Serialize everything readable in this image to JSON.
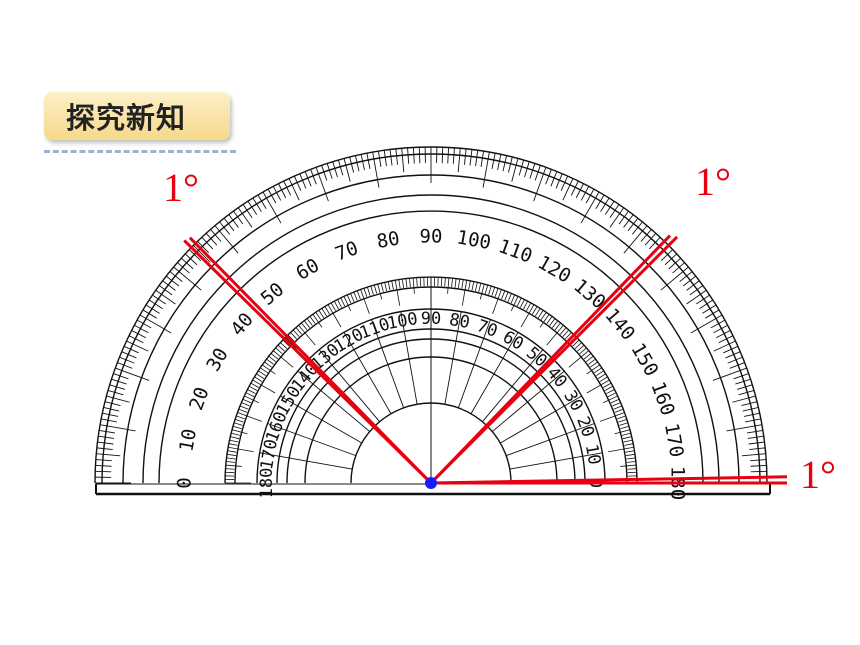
{
  "header": {
    "title": "探究新知"
  },
  "annotations": {
    "left": "1°",
    "right": "1°",
    "base": "1°"
  },
  "protractor": {
    "outer_scale_labels": [
      "0",
      "10",
      "20",
      "30",
      "40",
      "50",
      "60",
      "70",
      "80",
      "90",
      "100",
      "110",
      "120",
      "130",
      "140",
      "150",
      "160",
      "170",
      "180"
    ],
    "inner_scale_labels": [
      "180",
      "170",
      "160",
      "150",
      "140",
      "130",
      "120",
      "110",
      "100",
      "90",
      "80",
      "70",
      "60",
      "50",
      "40",
      "30",
      "20",
      "10",
      "0"
    ]
  },
  "colors": {
    "ray": "#e60012",
    "vertex": "#1a1aff",
    "ink": "#111111"
  }
}
